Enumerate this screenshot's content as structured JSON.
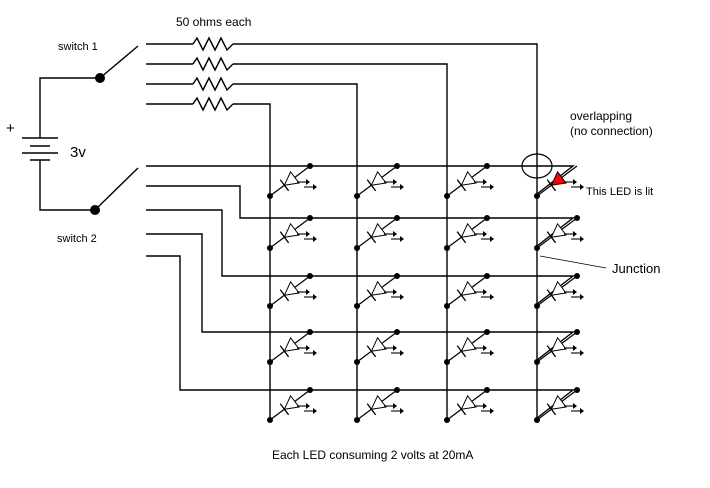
{
  "labels": {
    "resistor_note": "50 ohms each",
    "switch1": "switch 1",
    "switch2": "switch 2",
    "battery_plus": "+",
    "battery_voltage": "3v",
    "overlap_line1": "overlapping",
    "overlap_line2": "(no connection)",
    "lit_led": "This LED is lit",
    "junction": "Junction",
    "caption": "Each LED consuming 2 volts at 20mA"
  },
  "matrix": {
    "columns": 4,
    "rows": 5,
    "lit_led": {
      "row": 1,
      "column": 4
    }
  }
}
